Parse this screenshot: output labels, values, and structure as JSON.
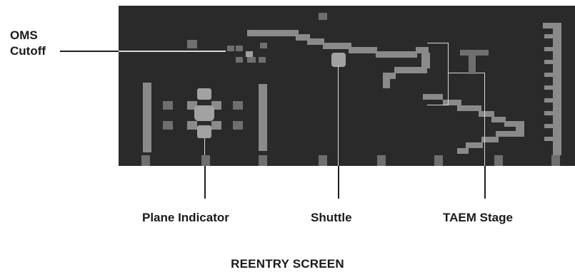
{
  "labels": {
    "oms_line1": "OMS",
    "oms_line2": "Cutoff",
    "plane_indicator": "Plane Indicator",
    "shuttle": "Shuttle",
    "taem_stage": "TAEM Stage"
  },
  "caption": "REENTRY SCREEN"
}
